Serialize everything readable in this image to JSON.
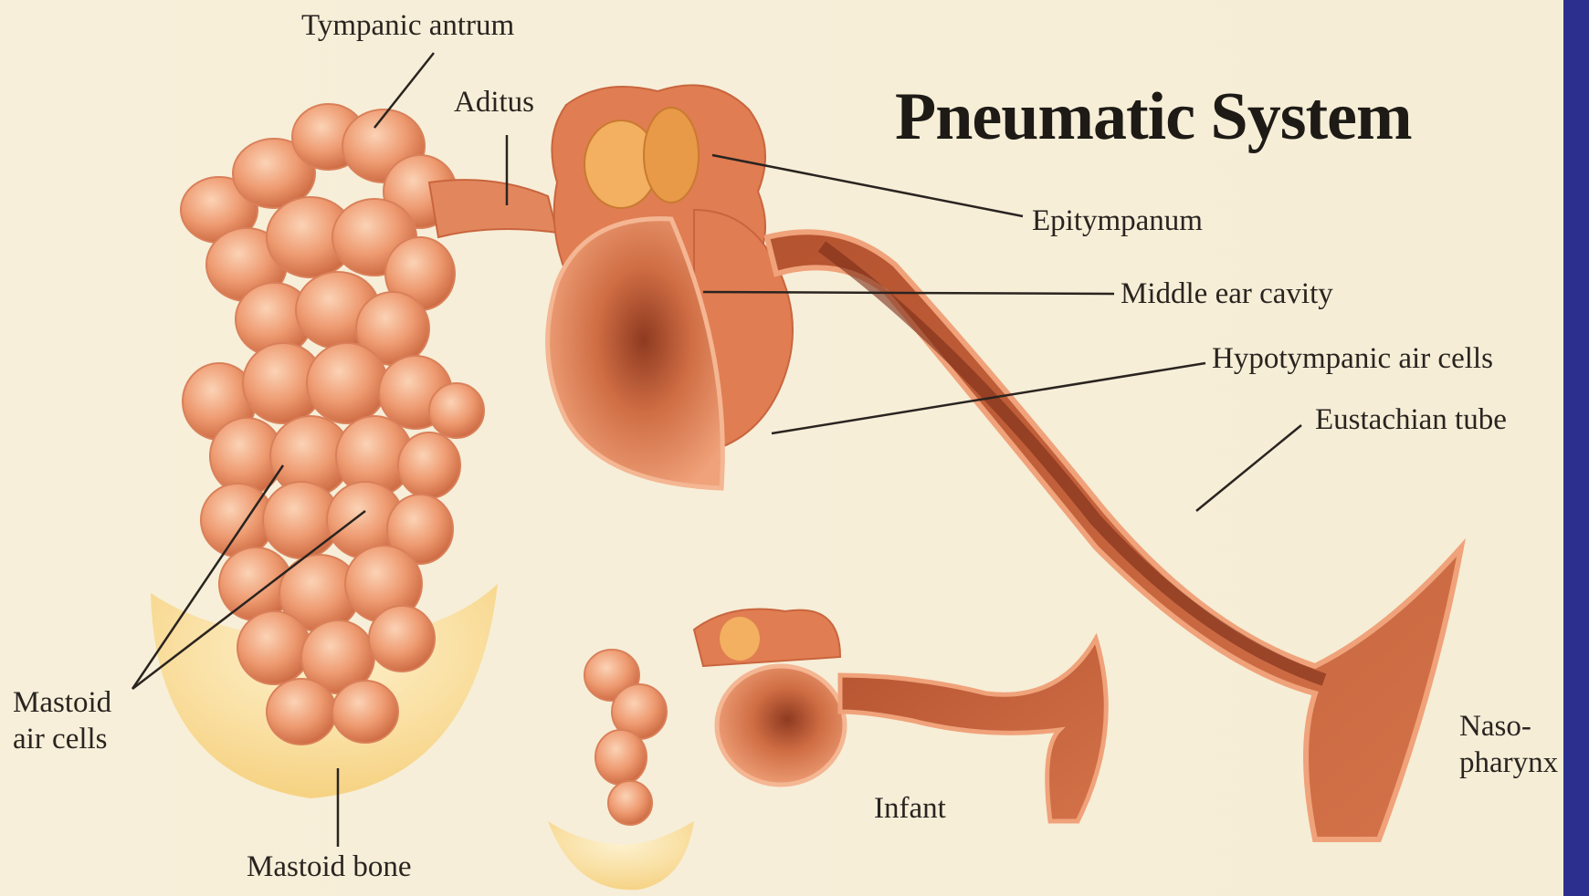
{
  "title": "Pneumatic System",
  "labels": {
    "tympanic_antrum": "Tympanic antrum",
    "aditus": "Aditus",
    "epitympanum": "Epitympanum",
    "middle_ear_cavity": "Middle ear cavity",
    "hypotympanic_air_cells": "Hypotympanic air cells",
    "eustachian_tube": "Eustachian tube",
    "mastoid_air_cells_line1": "Mastoid",
    "mastoid_air_cells_line2": "air cells",
    "mastoid_bone": "Mastoid bone",
    "infant": "Infant",
    "nasopharynx_line1": "Naso-",
    "nasopharynx_line2": "pharynx"
  },
  "colors": {
    "background": "#f5edd6",
    "border": "#2c2f8e",
    "tissue_light": "#f2a77e",
    "tissue_mid": "#e07d52",
    "tissue_dark": "#a8482a",
    "bone_yellow": "#f7d27a",
    "leader_line": "#2a2420"
  }
}
